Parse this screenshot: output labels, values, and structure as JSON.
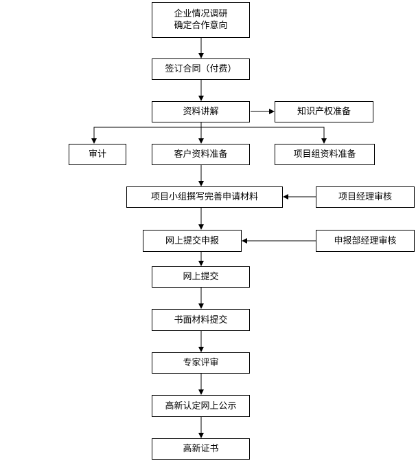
{
  "nodes": {
    "survey": {
      "line1": "企业情况调研",
      "line2": "确定合作意向"
    },
    "contract": "签订合同（付费）",
    "explain": "资料讲解",
    "ip_prep": "知识产权准备",
    "audit": "审计",
    "client_prep": "客户资料准备",
    "team_prep": "项目组资料准备",
    "write_materials": "项目小组撰写完善申请材料",
    "pm_review": "项目经理审核",
    "online_declare": "网上提交申报",
    "dept_review": "申报部经理审核",
    "online_submit": "网上提交",
    "paper_submit": "书面材料提交",
    "expert_review": "专家评审",
    "publicity": "高新认定网上公示",
    "certificate": "高新证书"
  }
}
